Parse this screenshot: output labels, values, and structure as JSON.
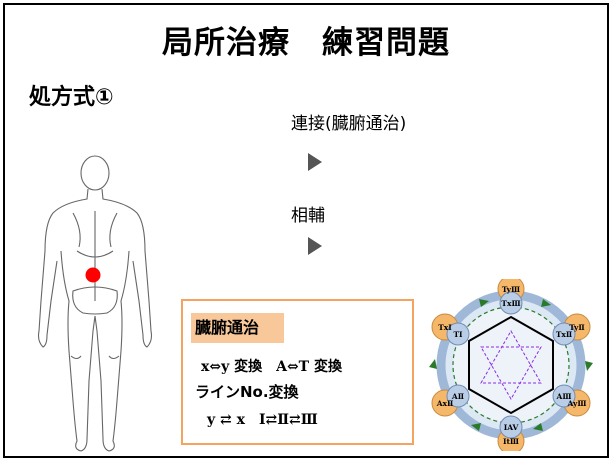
{
  "slide": {
    "title": "局所治療　練習問題",
    "prescription_label": "処方式①"
  },
  "steps": {
    "step1": "連接(臓腑通治)",
    "step2": "相輔"
  },
  "box": {
    "heading": "臓腑通治",
    "line1": "x⇔y 変換　A⇔T 変換",
    "line2": "ラインNo.変換",
    "line3": "y ⇄ x　Ⅰ⇄Ⅱ⇄Ⅲ"
  },
  "wheel": {
    "nodes": [
      {
        "label": "TyⅢ"
      },
      {
        "label": "TyⅡ"
      },
      {
        "label": "AyⅢ"
      },
      {
        "label": "ItⅢ"
      },
      {
        "label": "AxⅡ"
      },
      {
        "label": "TxⅠ"
      }
    ],
    "inner_labels": [
      "TxⅢ",
      "TxⅡ",
      "AⅢ",
      "IAV",
      "AⅡ",
      "TⅠ"
    ],
    "colors": {
      "outer_node": "#f5b76a",
      "inner_node": "#b9cde6",
      "ring": "#9fb8d8",
      "arrows": "#2a7a2a",
      "hexagon": "#000000",
      "dashed": "#8a2be2"
    }
  },
  "marker": {
    "color": "#ff0000"
  }
}
